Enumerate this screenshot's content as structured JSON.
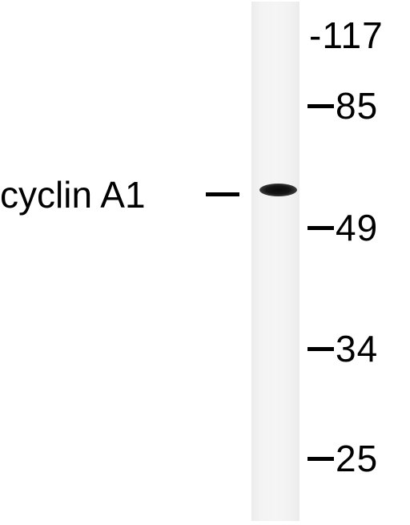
{
  "blot": {
    "protein_label": "cyclin A1",
    "band_protein": "cyclin A1",
    "markers": [
      {
        "value": "-117",
        "kda": 117
      },
      {
        "value": "85",
        "kda": 85
      },
      {
        "value": "49",
        "kda": 49
      },
      {
        "value": "34",
        "kda": 34
      },
      {
        "value": "25",
        "kda": 25
      }
    ]
  }
}
